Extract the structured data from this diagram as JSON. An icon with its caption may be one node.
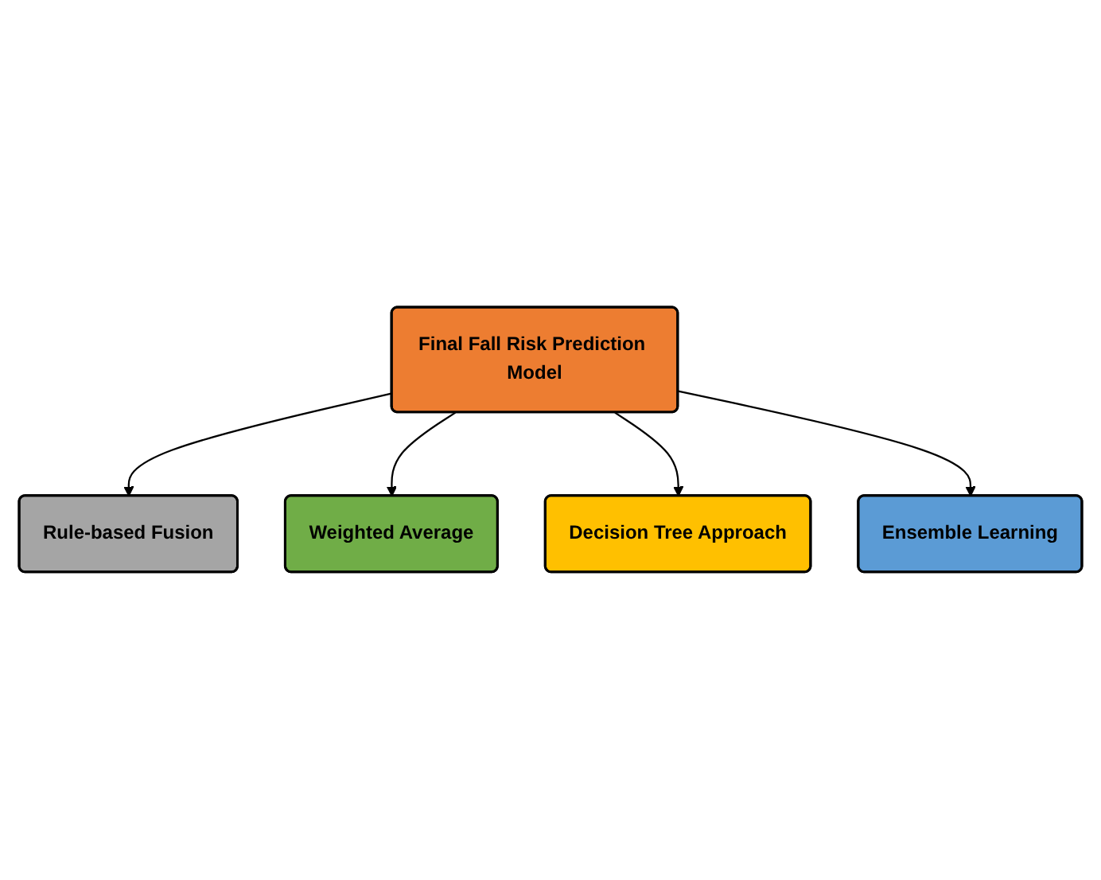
{
  "diagram": {
    "nodes": [
      {
        "text": [
          "Rule-based Fusion"
        ]
      },
      {
        "text": [
          "Weighted Average"
        ]
      },
      {
        "text": [
          "Final Fall Risk Prediction Model"
        ]
      },
      {
        "text": [
          "Decision Tree Approach"
        ]
      },
      {
        "text": [
          "Ensemble Learning"
        ]
      }
    ],
    "edges": [
      {
        "from": 2,
        "to": 0,
        "arrow": "to"
      },
      {
        "from": 2,
        "to": 1,
        "arrow": "to"
      },
      {
        "from": 2,
        "to": 3,
        "arrow": "to"
      },
      {
        "from": 2,
        "to": 4,
        "arrow": "to"
      }
    ]
  }
}
